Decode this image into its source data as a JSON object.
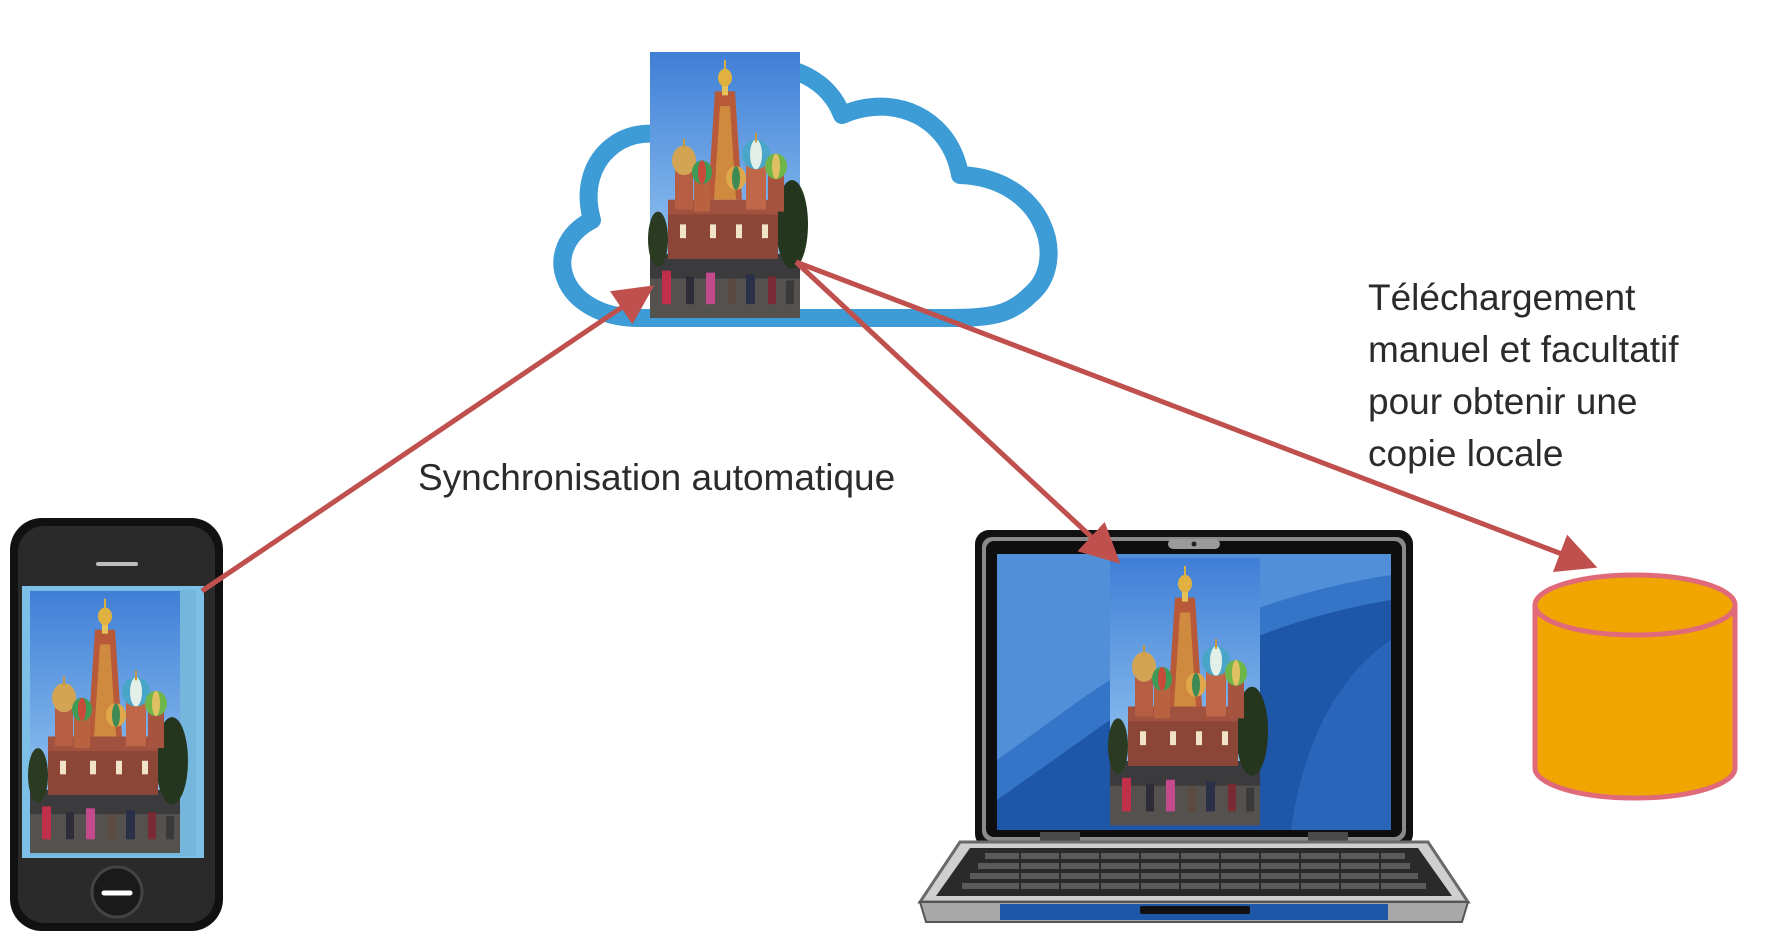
{
  "labels": {
    "sync": "Synchronisation automatique",
    "download": [
      "Téléchargement",
      "manuel et facultatif",
      "pour obtenir une",
      "copie locale"
    ]
  },
  "colors": {
    "cloud_stroke": "#3d9cd6",
    "arrow": "#c0504d",
    "storage_fill": "#f0a500",
    "storage_stroke": "#e06a7a",
    "device_body": "#111111",
    "phone_screen_border": "#6fb6e3",
    "laptop_screen": "#1e56a8"
  },
  "nodes": {
    "cloud": "cloud-icon",
    "phone": "smartphone-icon",
    "laptop": "laptop-icon",
    "storage": "database-icon",
    "photo": "photo-thumbnail"
  }
}
